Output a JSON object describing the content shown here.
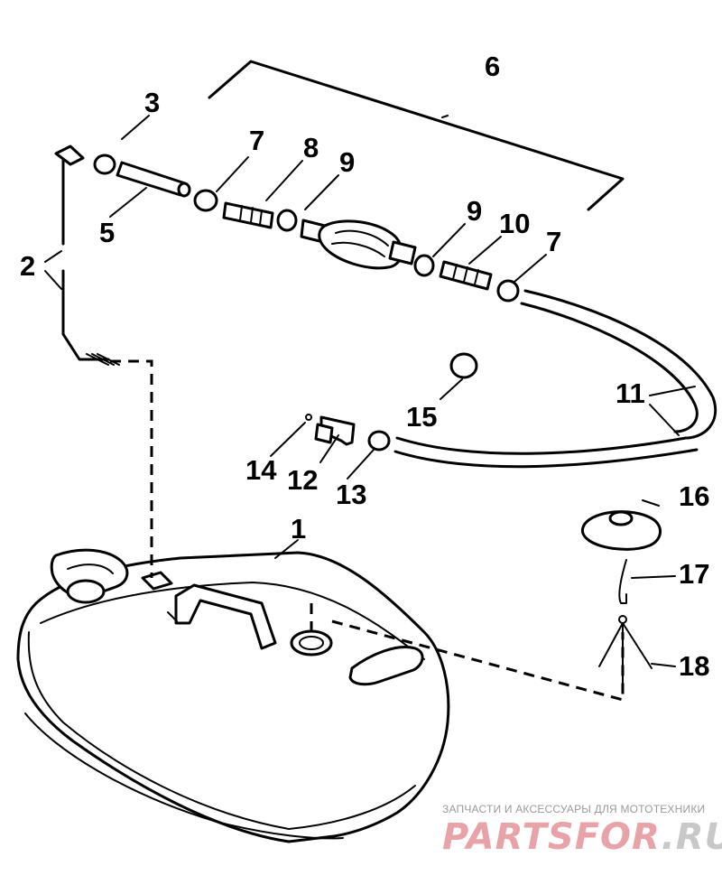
{
  "diagram": {
    "callouts": [
      {
        "id": "c1",
        "label": "1"
      },
      {
        "id": "c2",
        "label": "2"
      },
      {
        "id": "c3",
        "label": "3"
      },
      {
        "id": "c5",
        "label": "5"
      },
      {
        "id": "c6",
        "label": "6"
      },
      {
        "id": "c7a",
        "label": "7"
      },
      {
        "id": "c7b",
        "label": "7"
      },
      {
        "id": "c8",
        "label": "8"
      },
      {
        "id": "c9a",
        "label": "9"
      },
      {
        "id": "c9b",
        "label": "9"
      },
      {
        "id": "c10",
        "label": "10"
      },
      {
        "id": "c11",
        "label": "11"
      },
      {
        "id": "c12",
        "label": "12"
      },
      {
        "id": "c13",
        "label": "13"
      },
      {
        "id": "c14",
        "label": "14"
      },
      {
        "id": "c15",
        "label": "15"
      },
      {
        "id": "c16",
        "label": "16"
      },
      {
        "id": "c17",
        "label": "17"
      },
      {
        "id": "c18",
        "label": "18"
      }
    ]
  },
  "watermark": {
    "tagline": "ЗАПЧАСТИ И АКСЕССУАРЫ ДЛЯ МОТОТЕХНИКИ",
    "logo_main": "PARTSFOR",
    "logo_suffix": ".RU"
  }
}
